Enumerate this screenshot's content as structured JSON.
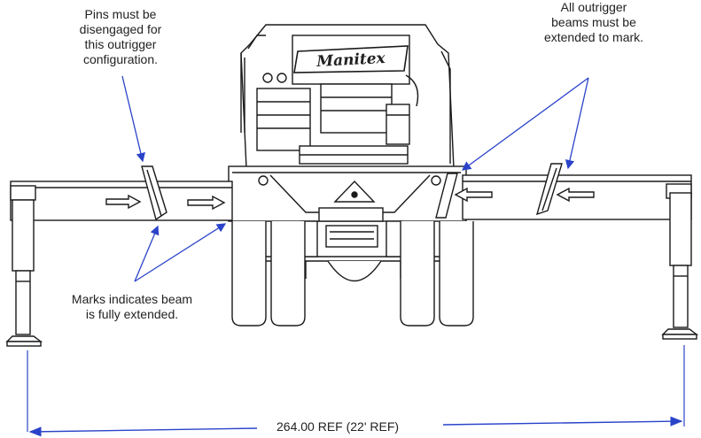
{
  "callouts": {
    "pins": [
      "Pins must be",
      "disengaged for",
      "this outrigger",
      "configuration."
    ],
    "beams": [
      "All outrigger",
      "beams must be",
      "extended to mark."
    ],
    "marks": [
      "Marks indicates  beam",
      "is fully extended."
    ]
  },
  "brand": "Manitex",
  "dimension": "264.00 REF  (22' REF)",
  "colors": {
    "line": "#1a1a1a",
    "arrow": "#2a43c9",
    "background": "#ffffff"
  }
}
